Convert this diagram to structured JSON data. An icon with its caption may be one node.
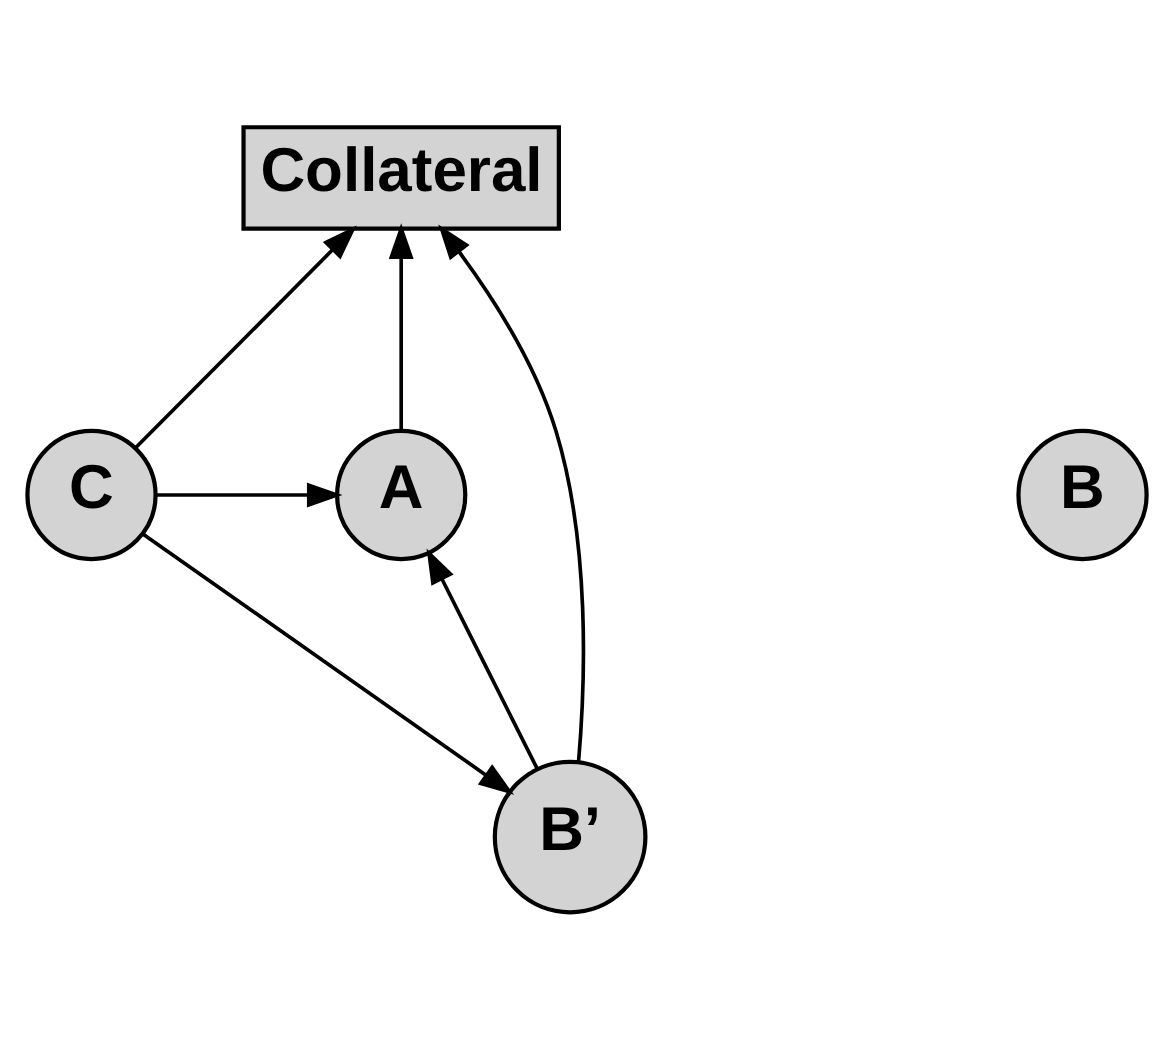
{
  "diagram": {
    "nodes": [
      {
        "text": [
          "Collateral"
        ]
      },
      {
        "text": [
          "A"
        ]
      },
      {
        "text": [
          "B"
        ]
      },
      {
        "text": [
          "C"
        ]
      },
      {
        "text": [
          "B’"
        ]
      }
    ],
    "edges": [
      {
        "from": 1,
        "to": 0,
        "arrow": "to"
      },
      {
        "from": 4,
        "to": 0,
        "arrow": "to"
      },
      {
        "from": 3,
        "to": 0,
        "arrow": "to"
      },
      {
        "from": 3,
        "to": 1,
        "arrow": "to"
      },
      {
        "from": 3,
        "to": 4,
        "arrow": "to"
      },
      {
        "from": 4,
        "to": 1,
        "arrow": "to"
      }
    ]
  }
}
